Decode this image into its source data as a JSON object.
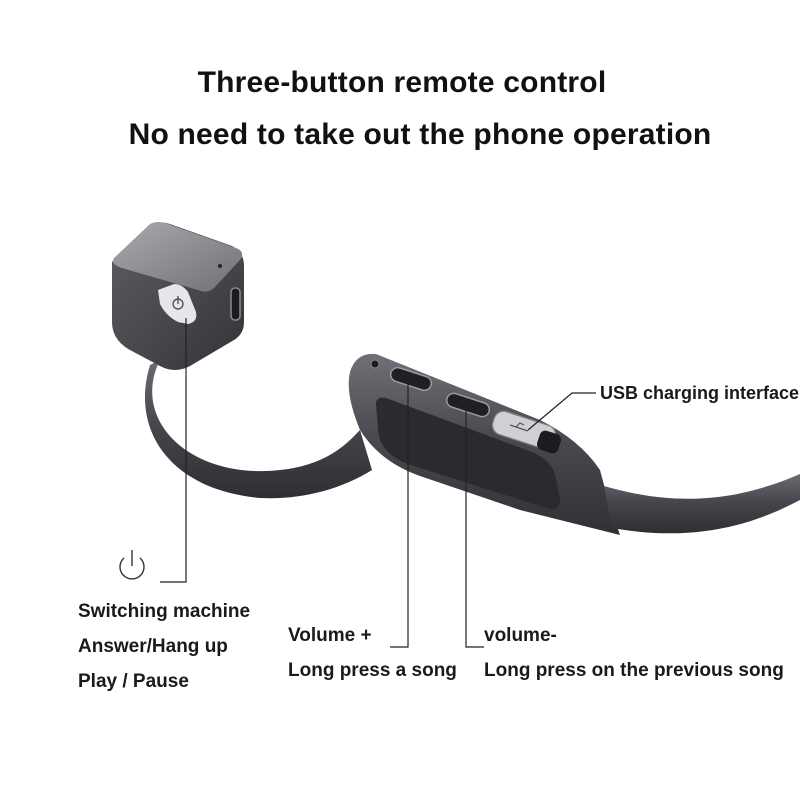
{
  "header": {
    "title_line1": "Three-button remote control",
    "title_line2": "No need to take out the phone operation"
  },
  "callouts": {
    "power": {
      "icon": "power-icon",
      "lines": [
        "Switching machine",
        "Answer/Hang up",
        "Play / Pause"
      ]
    },
    "volume_up": {
      "lines": [
        "Volume +",
        "Long press a song"
      ]
    },
    "volume_down": {
      "lines": [
        "volume-",
        "Long press on the previous song"
      ]
    },
    "usb": {
      "label": "USB charging interface"
    }
  },
  "colors": {
    "body_dark": "#3c3d42",
    "body_mid": "#5a5b60",
    "metal": "#8e9096",
    "button_light": "#d9dadd",
    "line": "#222222"
  }
}
